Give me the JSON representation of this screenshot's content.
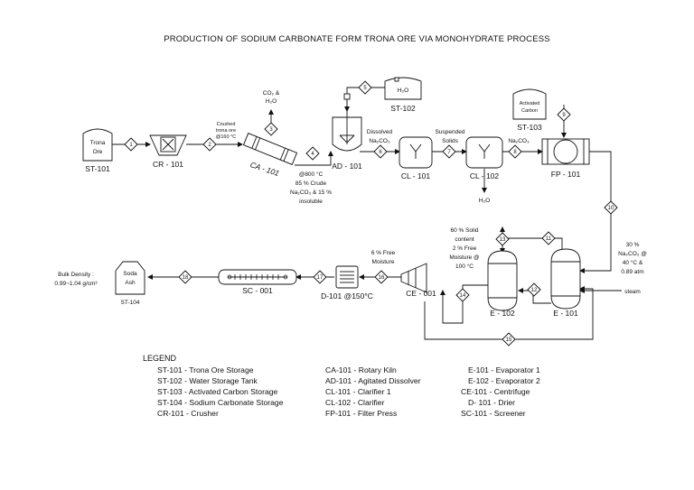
{
  "title": "PRODUCTION OF SODIUM CARBONATE FORM TRONA ORE VIA MONOHYDRATE PROCESS",
  "equipment": {
    "st101": {
      "label": "ST-101",
      "inner": [
        "Trona",
        "Ore"
      ]
    },
    "cr101": {
      "label": "CR - 101"
    },
    "ca101": {
      "label": "CA - 101"
    },
    "ad101": {
      "label": "AD - 101"
    },
    "st102": {
      "label": "ST-102",
      "inner": "H₂O"
    },
    "cl101": {
      "label": "CL - 101"
    },
    "cl102": {
      "label": "CL - 102"
    },
    "st103": {
      "label": "ST-103",
      "inner": [
        "Activated",
        "Carbon"
      ]
    },
    "fp101": {
      "label": "FP - 101"
    },
    "e101": {
      "label": "E - 101"
    },
    "e102": {
      "label": "E - 102"
    },
    "ce101": {
      "label": "CE - 001"
    },
    "d101": {
      "label": "D-101 @150°C"
    },
    "sc001": {
      "label": "SC - 001"
    },
    "st104": {
      "label": "ST-104",
      "inner": [
        "Soda",
        "Ash"
      ]
    }
  },
  "streams": [
    "1",
    "2",
    "3",
    "4",
    "5",
    "6",
    "7",
    "8",
    "9",
    "10",
    "11",
    "12",
    "13",
    "14",
    "15",
    "16",
    "17",
    "18"
  ],
  "annotations": {
    "crushed": [
      "Crushed",
      "trona ore",
      "@160 °C"
    ],
    "co2": [
      "CO₂ &",
      "H₂O"
    ],
    "ca_out": [
      "@800 °C",
      "85 % Crude",
      "Na₂CO₃ & 15 %",
      "insoluble"
    ],
    "dissolved": [
      "Dissolved",
      "Na₂CO₃"
    ],
    "suspended": [
      "Suspended",
      "Solids"
    ],
    "na2co3": "Na₂CO₃",
    "h2o_out": "H₂O",
    "conc": [
      "30 %",
      "Na₂CO₃ @",
      "40 °C &",
      "0.89 atm"
    ],
    "steam": "steam",
    "solid60": [
      "60 % Solid",
      "content",
      "2 % Free",
      "Moisture @",
      "100 °C"
    ],
    "free6": [
      "6 % Free",
      "Moisture"
    ],
    "bulk": [
      "Bulk Density :",
      "0.99~1.04 g/cm³"
    ]
  },
  "legend": {
    "title": "LEGEND",
    "col1": [
      "ST-101 -  Trona Ore Storage",
      "ST-102 -  Water Storage Tank",
      "ST-103 - Activated Carbon Storage",
      "ST-104 - Sodium Carbonate Storage",
      "CR-101 -  Crusher"
    ],
    "col2": [
      "CA-101 - Rotary Kiln",
      "AD-101 - Agitated Dissolver",
      "CL-101 - Clarifier 1",
      "CL-102 - Clarifier",
      "FP-101 - Filter Press"
    ],
    "col3": [
      "E-101 -  Evaporator 1",
      "E-102 -  Evaporator 2",
      "CE-101 - Centrifuge",
      "D- 101 -  Drier",
      "SC-101 -  Screener"
    ]
  }
}
